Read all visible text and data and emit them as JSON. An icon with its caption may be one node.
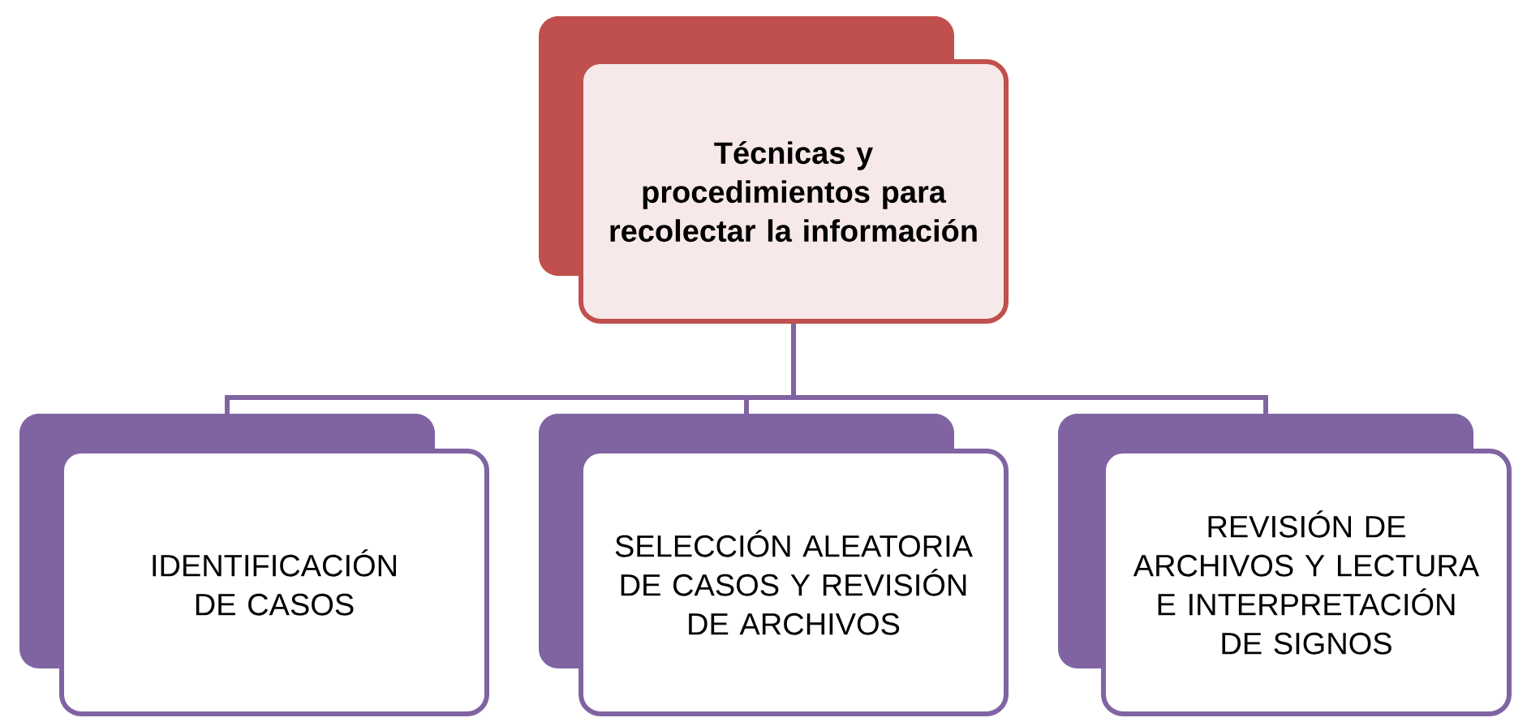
{
  "diagram": {
    "nodes": [
      {
        "text": [
          "Técnicas y procedimientos para recolectar la información"
        ]
      },
      {
        "text": [
          "IDENTIFICACIÓN DE CASOS"
        ]
      },
      {
        "text": [
          "SELECCIÓN ALEATORIA DE CASOS Y REVISIÓN DE ARCHIVOS"
        ]
      },
      {
        "text": [
          "REVISIÓN DE ARCHIVOS Y LECTURA E INTERPRETACIÓN DE SIGNOS"
        ]
      }
    ],
    "edges": [
      {
        "from": 0,
        "to": 1,
        "arrow": "none"
      },
      {
        "from": 0,
        "to": 2,
        "arrow": "none"
      },
      {
        "from": 0,
        "to": 3,
        "arrow": "none"
      }
    ]
  }
}
